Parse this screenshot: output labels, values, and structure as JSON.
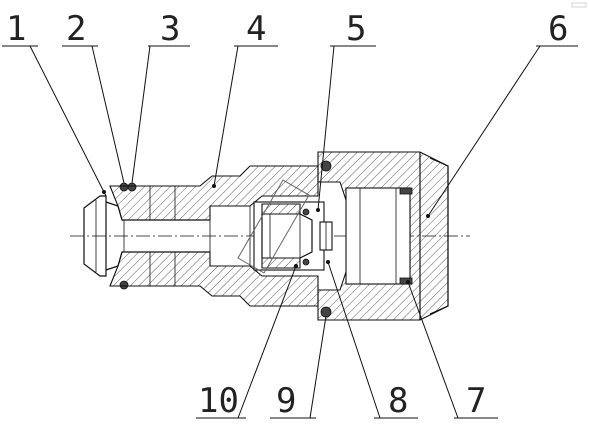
{
  "parts": [
    {
      "label": "1"
    },
    {
      "label": "2"
    },
    {
      "label": "3"
    },
    {
      "label": "4"
    },
    {
      "label": "5"
    },
    {
      "label": "6"
    },
    {
      "label": "7"
    },
    {
      "label": "8"
    },
    {
      "label": "9"
    },
    {
      "label": "10"
    }
  ]
}
